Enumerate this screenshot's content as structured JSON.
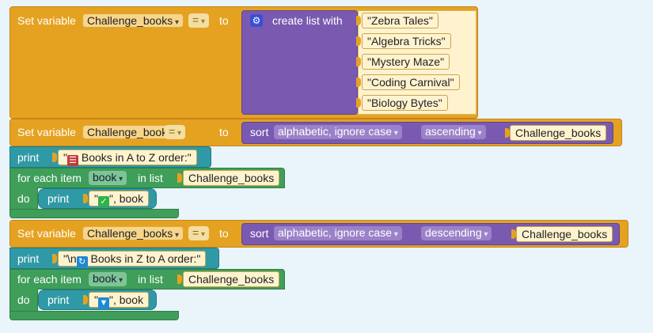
{
  "block1": {
    "label": "Set variable",
    "var": "Challenge_books",
    "op": "=",
    "to": "to",
    "list_label": "create list with",
    "items": [
      "\"Zebra Tales\"",
      "\"Algebra Tricks\"",
      "\"Mystery Maze\"",
      "\"Coding Carnival\"",
      "\"Biology Bytes\""
    ],
    "gear_icon": "gear-icon"
  },
  "block2": {
    "label": "Set variable",
    "var": "Challenge_books",
    "op": "=",
    "to": "to",
    "sort": "sort",
    "sort_type": "alphabetic, ignore case",
    "order": "ascending",
    "source": "Challenge_books"
  },
  "print1": {
    "label": "print",
    "pre": "\"",
    "text": " Books in A to Z order:\"",
    "icon": "books-icon"
  },
  "loop1": {
    "for": "for each item",
    "item": "book",
    "in": "in list",
    "list": "Challenge_books",
    "do": "do",
    "print": "print",
    "pre": "\"",
    "post": "\", book",
    "icon": "check-mark-icon"
  },
  "block3": {
    "label": "Set variable",
    "var": "Challenge_books",
    "op": "=",
    "to": "to",
    "sort": "sort",
    "sort_type": "alphabetic, ignore case",
    "order": "descending",
    "source": "Challenge_books"
  },
  "print2": {
    "label": "print",
    "pre": "\"\\n",
    "text": " Books in Z to A order:\"",
    "icon": "repeat-icon"
  },
  "loop2": {
    "for": "for each item",
    "item": "book",
    "in": "in list",
    "list": "Challenge_books",
    "do": "do",
    "print": "print",
    "pre": "\"",
    "post": "\", book",
    "icon": "down-arrow-icon"
  },
  "colors": {
    "variables": "#e5a221",
    "lists": "#7a5ab0",
    "print": "#2f9aa6",
    "loops": "#3f9e5a",
    "workspace": "#e9f4fb"
  }
}
